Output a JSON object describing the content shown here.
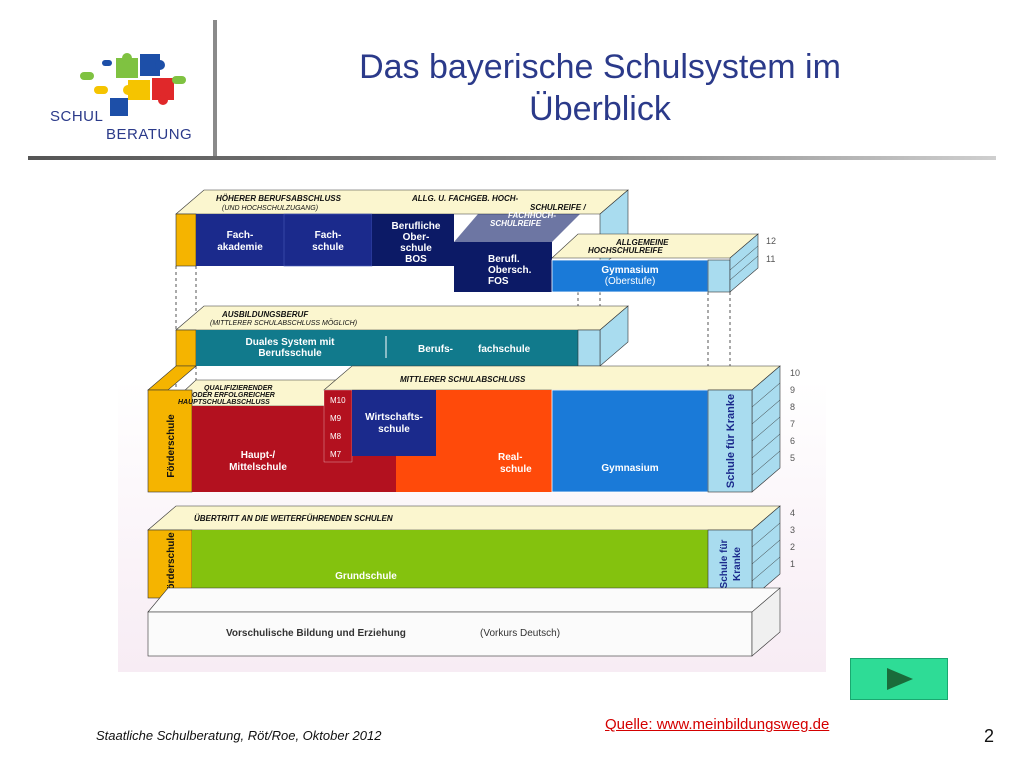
{
  "header": {
    "title_line1": "Das bayerische Schulsystem im",
    "title_line2": "Überblick"
  },
  "logo": {
    "word1": "SCHUL",
    "word2": "BERATUNG",
    "icon": "puzzle-icon"
  },
  "diagram": {
    "top_banner": {
      "left_label_line1": "HÖHERER BERUFSABSCHLUSS",
      "left_label_line2": "(UND HOCHSCHULZUGANG)",
      "mid_label_line1": "ALLG. U.   FACHGEB. HOCH-",
      "mid_label_line2": "SCHULREIFE /",
      "mid_label_line3": "FACHHOCH-",
      "mid_label_line4": "SCHULREIFE",
      "right_label_line1": "ALLGEMEINE",
      "right_label_line2": "HOCHSCHULREIFE"
    },
    "boxes": {
      "fachakademie_line1": "Fach-",
      "fachakademie_line2": "akademie",
      "fachschule_line1": "Fach-",
      "fachschule_line2": "schule",
      "bos_line1": "Berufliche",
      "bos_line2": "Ober-",
      "bos_line3": "schule",
      "bos_line4": "BOS",
      "fos_line1": "Berufl.",
      "fos_line2": "Obersch.",
      "fos_line3": "FOS",
      "gym_ober_line1": "Gymnasium",
      "gym_ober_line2": "(Oberstufe)",
      "ausbildung_line1": "AUSBILDUNGSBERUF",
      "ausbildung_line2": "(MITTLERER SCHULABSCHLUSS MÖGLICH)",
      "duales_line1": "Duales System mit",
      "duales_line2": "Berufsschule",
      "berufsfachschule_a": "Berufs-",
      "berufsfachschule_b": "fachschule",
      "quali_line1": "QUALIFIZIERENDER",
      "quali_line2": "ODER ERFOLGREICHER",
      "quali_line3": "HAUPTSCHULABSCHLUSS",
      "mittlerer": "MITTLERER   SCHULABSCHLUSS",
      "foerderschule": "Förderschule",
      "haupt_line1": "Haupt-/",
      "haupt_line2": "Mittelschule",
      "wirtschaft_line1": "Wirtschafts-",
      "wirtschaft_line2": "schule",
      "real_line1": "Real-",
      "real_line2": "schule",
      "gymnasium": "Gymnasium",
      "kranke": "Schule für Kranke",
      "kranke2_line1": "Schule für",
      "kranke2_line2": "Kranke",
      "uebertritt": "ÜBERTRITT  AN  DIE  WEITERFÜHRENDEN    SCHULEN",
      "grundschule": "Grundschule",
      "vorschule": "Vorschulische Bildung und Erziehung",
      "vorkurs": "(Vorkurs Deutsch)"
    },
    "m_grades": [
      "M10",
      "M9",
      "M8",
      "M7"
    ],
    "grades_upper": [
      "12",
      "11"
    ],
    "grades_middle": [
      "10",
      "9",
      "8",
      "7",
      "6",
      "5"
    ],
    "grades_lower": [
      "4",
      "3",
      "2",
      "1"
    ],
    "colors": {
      "navy": "#1b2a8c",
      "darknavy": "#0c1a66",
      "blue": "#1a7ad8",
      "teal": "#117a8c",
      "red": "#b3111f",
      "orange": "#ff4a0a",
      "green": "#84c20e",
      "yellow": "#f5b400",
      "lightblue": "#a9dcef",
      "cream": "#fbf6cf"
    }
  },
  "footer": {
    "left": "Staatliche Schulberatung, Röt/Roe, Oktober 2012",
    "source": "Quelle: www.meinbildungsweg.de",
    "page": "2",
    "next_icon": "play-icon"
  }
}
